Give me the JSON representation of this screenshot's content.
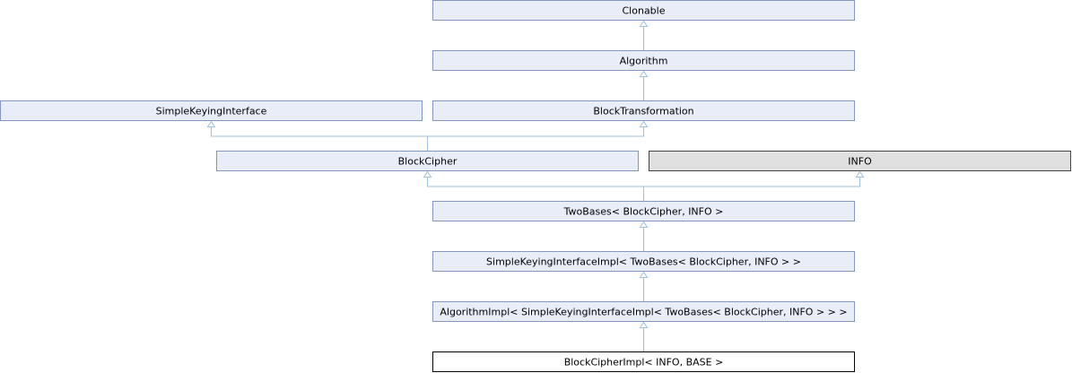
{
  "diagram": {
    "type": "class-inheritance-graph",
    "nodes": [
      {
        "id": "clonable",
        "label": "Clonable",
        "style": "documented"
      },
      {
        "id": "algorithm",
        "label": "Algorithm",
        "style": "documented"
      },
      {
        "id": "simple_keying_interface",
        "label": "SimpleKeyingInterface",
        "style": "documented"
      },
      {
        "id": "block_transformation",
        "label": "BlockTransformation",
        "style": "documented"
      },
      {
        "id": "block_cipher",
        "label": "BlockCipher",
        "style": "documented"
      },
      {
        "id": "info",
        "label": "INFO",
        "style": "undocumented"
      },
      {
        "id": "two_bases",
        "label": "TwoBases< BlockCipher, INFO >",
        "style": "documented"
      },
      {
        "id": "ski_impl",
        "label": "SimpleKeyingInterfaceImpl< TwoBases< BlockCipher, INFO > >",
        "style": "documented"
      },
      {
        "id": "algorithm_impl",
        "label": "AlgorithmImpl< SimpleKeyingInterfaceImpl< TwoBases< BlockCipher, INFO > > >",
        "style": "documented"
      },
      {
        "id": "block_cipher_impl",
        "label": "BlockCipherImpl< INFO, BASE >",
        "style": "current"
      }
    ],
    "edges": [
      {
        "from": "algorithm",
        "to": "clonable"
      },
      {
        "from": "block_transformation",
        "to": "algorithm"
      },
      {
        "from": "block_cipher",
        "to": "simple_keying_interface"
      },
      {
        "from": "block_cipher",
        "to": "block_transformation"
      },
      {
        "from": "two_bases",
        "to": "block_cipher"
      },
      {
        "from": "two_bases",
        "to": "info"
      },
      {
        "from": "ski_impl",
        "to": "two_bases"
      },
      {
        "from": "algorithm_impl",
        "to": "ski_impl"
      },
      {
        "from": "block_cipher_impl",
        "to": "algorithm_impl"
      }
    ],
    "colors": {
      "documented_fill": "#e8edf7",
      "documented_stroke": "#8497c1",
      "undocumented_fill": "#e0e0e0",
      "undocumented_stroke": "#444444",
      "current_fill": "#ffffff",
      "current_stroke": "#000000",
      "edge": "#9ec0dc"
    }
  }
}
